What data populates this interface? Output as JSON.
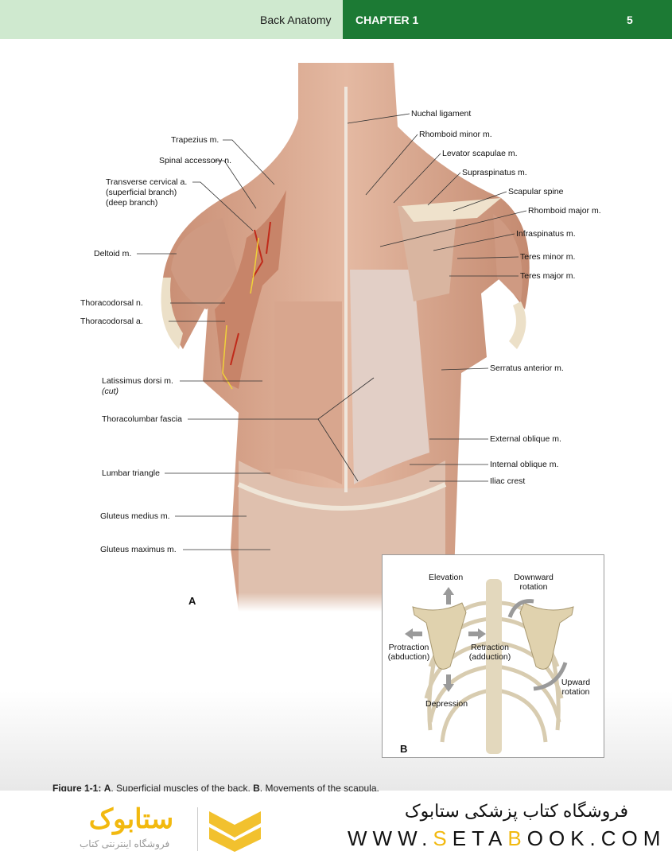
{
  "header": {
    "running_title": "Back Anatomy",
    "chapter": "CHAPTER 1",
    "page_number": "5"
  },
  "figure_a": {
    "panel_label": "A",
    "left_labels": [
      "Trapezius m.",
      "Spinal accessory n.",
      "Transverse cervical a.",
      "(superficial branch)",
      "(deep branch)",
      "Deltoid m.",
      "Thoracodorsal n.",
      "Thoracodorsal a.",
      "Latissimus dorsi m.",
      "(cut)",
      "Thoracolumbar fascia",
      "Lumbar triangle",
      "Gluteus medius m.",
      "Gluteus maximus m."
    ],
    "right_labels": [
      "Nuchal ligament",
      "Rhomboid minor m.",
      "Levator scapulae m.",
      "Supraspinatus m.",
      "Scapular spine",
      "Rhomboid major m.",
      "Infraspinatus m.",
      "Teres minor m.",
      "Teres major m.",
      "Serratus anterior m.",
      "External oblique m.",
      "Internal oblique m.",
      "Iliac crest"
    ]
  },
  "figure_b": {
    "panel_label": "B",
    "labels": [
      "Elevation",
      "Downward rotation",
      "Protraction (abduction)",
      "Retraction (adduction)",
      "Upward rotation",
      "Depression"
    ]
  },
  "caption": {
    "prefix": "Figure 1-1:",
    "a": "A",
    "a_text": ". Superficial muscles of the back. ",
    "b": "B",
    "b_text": ". Movements of the scapula."
  },
  "footer": {
    "store_name": "فروشگاه کتاب پزشکی ستابوک",
    "url_pre": "WWW.",
    "url_s": "S",
    "url_mid": "ETA",
    "url_b": "B",
    "url_post": "OOK.COM",
    "logo_text": "ستابوک",
    "logo_sub": "فروشگاه اینترنتی کتاب"
  },
  "colors": {
    "header_light": "#cfe9cf",
    "header_dark": "#1c7a34",
    "accent_yellow": "#f2b90f"
  }
}
